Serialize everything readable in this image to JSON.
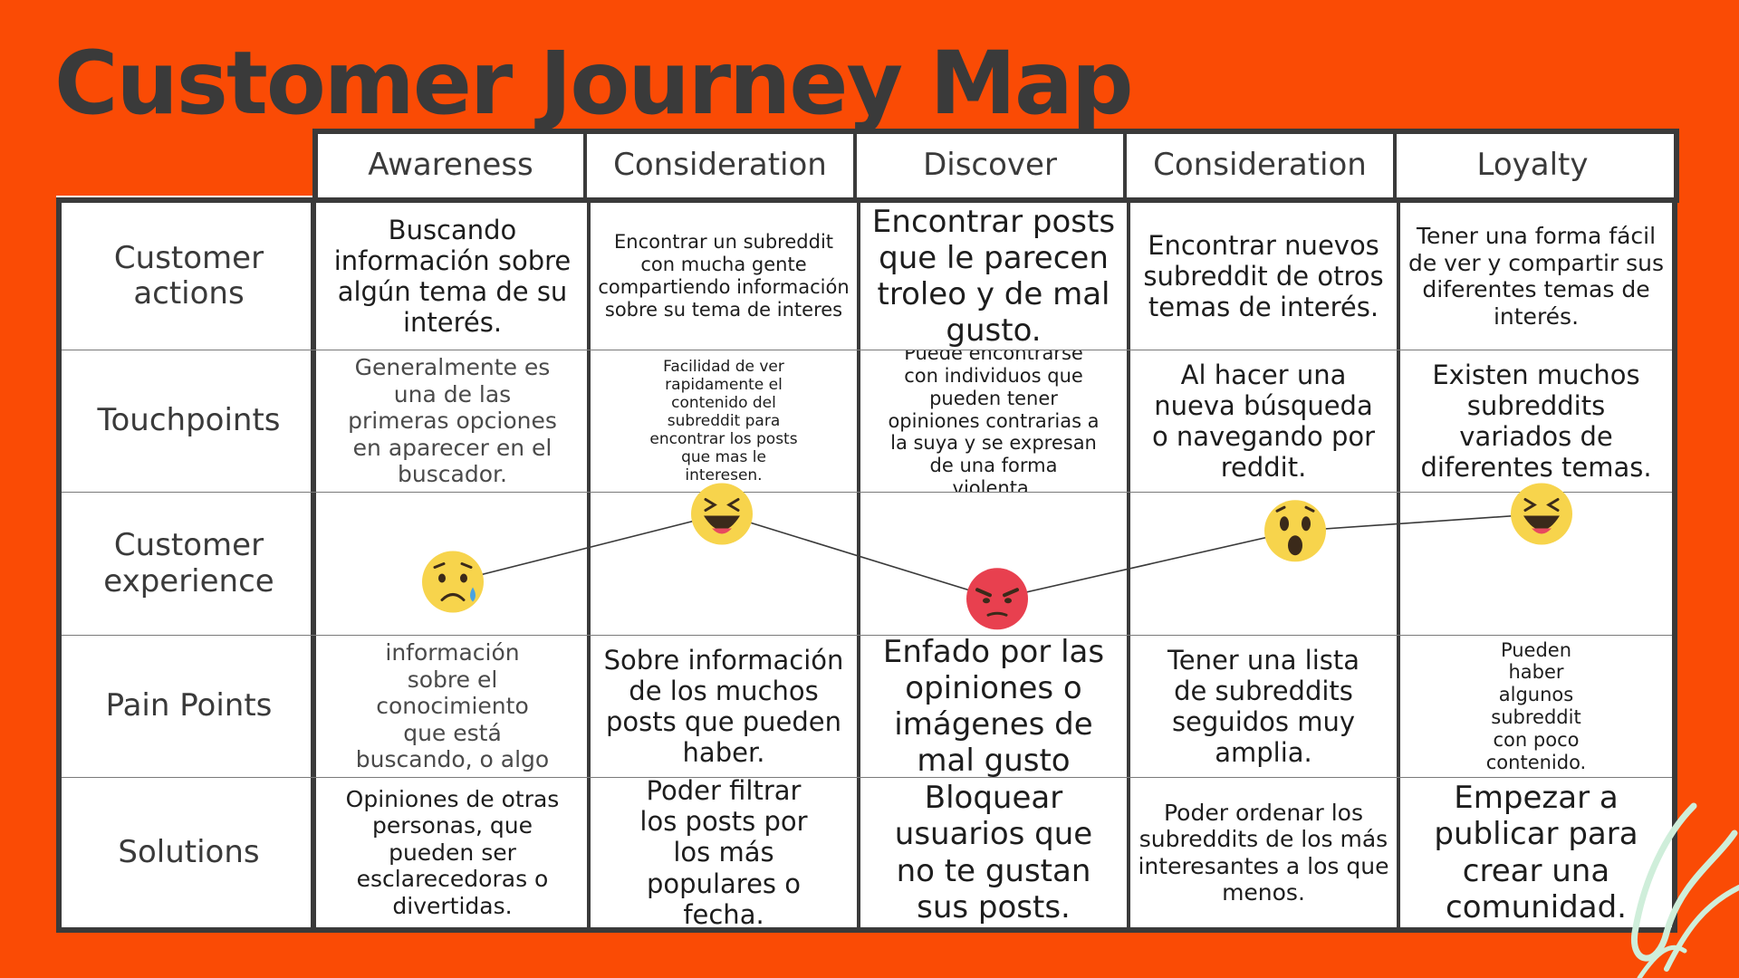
{
  "title": "Customer Journey Map",
  "columns": [
    "Awareness",
    "Consideration",
    "Discover",
    "Consideration",
    "Loyalty"
  ],
  "rows": [
    {
      "label": "Customer actions",
      "cells": [
        "Buscando información sobre algún tema de su interés.",
        "Encontrar un subreddit con mucha gente compartiendo información sobre su tema de interes",
        "Encontrar posts que le parecen troleo y de mal gusto.",
        "Encontrar nuevos subreddit de otros temas de interés.",
        "Tener una forma fácil de ver y compartir sus diferentes temas de interés."
      ]
    },
    {
      "label": "Touchpoints",
      "cells": [
        "Generalmente es una de las primeras opciones en aparecer en el buscador.",
        "Facilidad de ver rapidamente el contenido del subreddit para encontrar los posts que mas le interesen.",
        "Puede encontrarse con individuos que pueden tener opiniones contrarias a la suya y se expresan de una forma violenta.",
        "Al hacer una nueva búsqueda o navegando por reddit.",
        "Existen muchos subreddits variados de diferentes temas."
      ]
    },
    {
      "label": "Customer experience",
      "cells": [
        "",
        "",
        "",
        "",
        ""
      ]
    },
    {
      "label": "Pain Points",
      "cells": [
        "Falta de información sobre el conocimiento que está buscando, o algo que le divierta.",
        "Sobre información de los muchos posts que pueden haber.",
        "Enfado por las opiniones o imágenes de mal gusto",
        "Tener una lista de subreddits seguidos muy amplia.",
        "Pueden haber algunos subreddit con poco contenido."
      ]
    },
    {
      "label": "Solutions",
      "cells": [
        "Opiniones de otras personas, que pueden ser esclarecedoras o divertidas.",
        "Poder filtrar los posts por los más populares o fecha.",
        "Bloquear usuarios que no te gustan sus posts.",
        "Poder ordenar los subreddits de los más interesantes a los que menos.",
        "Empezar a publicar para crear una comunidad."
      ]
    }
  ],
  "experience": {
    "emojis": [
      {
        "stage": "Awareness",
        "icon": "sad-crying-face-icon",
        "level": 0.3
      },
      {
        "stage": "Consideration",
        "icon": "laughing-face-icon",
        "level": 0.9
      },
      {
        "stage": "Discover",
        "icon": "angry-face-icon",
        "level": 0.15
      },
      {
        "stage": "Consideration",
        "icon": "surprised-face-icon",
        "level": 0.75
      },
      {
        "stage": "Loyalty",
        "icon": "laughing-face-icon",
        "level": 0.9
      }
    ]
  },
  "colors": {
    "background": "#fa4b05",
    "ink": "#3a3a3a",
    "happy": "#f7d44c",
    "angry": "#e8404f",
    "decoration": "#cfeeda"
  }
}
